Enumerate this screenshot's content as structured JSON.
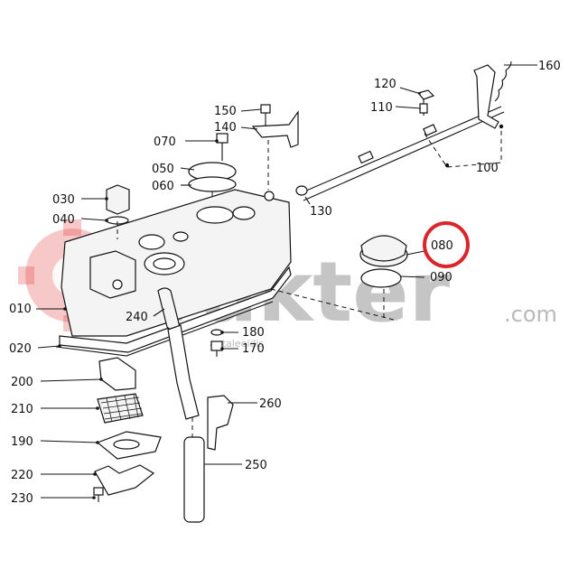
{
  "diagram": {
    "callouts": [
      {
        "id": "c160",
        "label": "160"
      },
      {
        "id": "c120",
        "label": "120"
      },
      {
        "id": "c110",
        "label": "110"
      },
      {
        "id": "c150",
        "label": "150"
      },
      {
        "id": "c140",
        "label": "140"
      },
      {
        "id": "c070",
        "label": "070"
      },
      {
        "id": "c050",
        "label": "050"
      },
      {
        "id": "c060",
        "label": "060"
      },
      {
        "id": "c100",
        "label": "100"
      },
      {
        "id": "c030",
        "label": "030"
      },
      {
        "id": "c040",
        "label": "040"
      },
      {
        "id": "c130",
        "label": "130"
      },
      {
        "id": "c080",
        "label": "080"
      },
      {
        "id": "c090",
        "label": "090"
      },
      {
        "id": "c010",
        "label": "010"
      },
      {
        "id": "c240",
        "label": "240"
      },
      {
        "id": "c180",
        "label": "180"
      },
      {
        "id": "c170",
        "label": "170"
      },
      {
        "id": "c020",
        "label": "020"
      },
      {
        "id": "c200",
        "label": "200"
      },
      {
        "id": "c260",
        "label": "260"
      },
      {
        "id": "c210",
        "label": "210"
      },
      {
        "id": "c190",
        "label": "190"
      },
      {
        "id": "c250",
        "label": "250"
      },
      {
        "id": "c220",
        "label": "220"
      },
      {
        "id": "c230",
        "label": "230"
      }
    ],
    "highlighted_callout": "080",
    "highlight_color": "#d9262b"
  },
  "watermark": {
    "brand": "Trakter",
    "domain_suffix": ".com",
    "tagline": "agtaleoidis",
    "icon": "gear-icon",
    "color": "#e23a3a"
  }
}
